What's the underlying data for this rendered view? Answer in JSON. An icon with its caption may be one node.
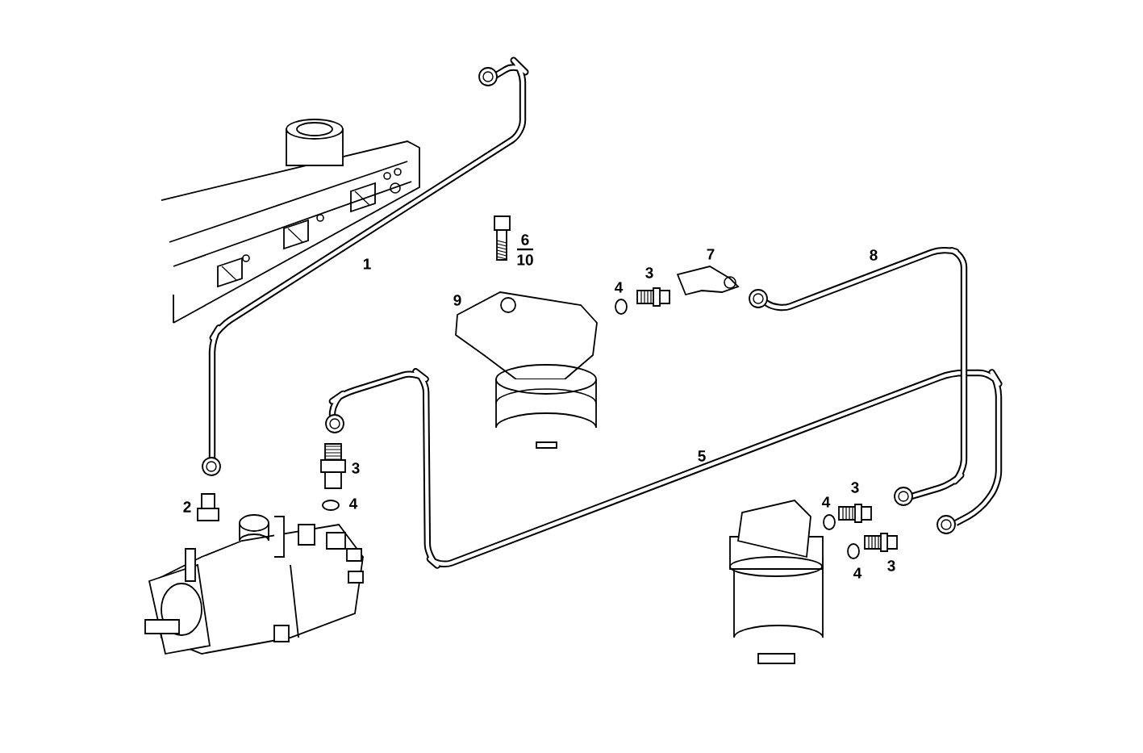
{
  "diagram": {
    "labels": [
      "1",
      "6",
      "10",
      "7",
      "8",
      "3",
      "4",
      "9",
      "5",
      "3",
      "4",
      "3",
      "4",
      "2",
      "4",
      "3"
    ]
  }
}
